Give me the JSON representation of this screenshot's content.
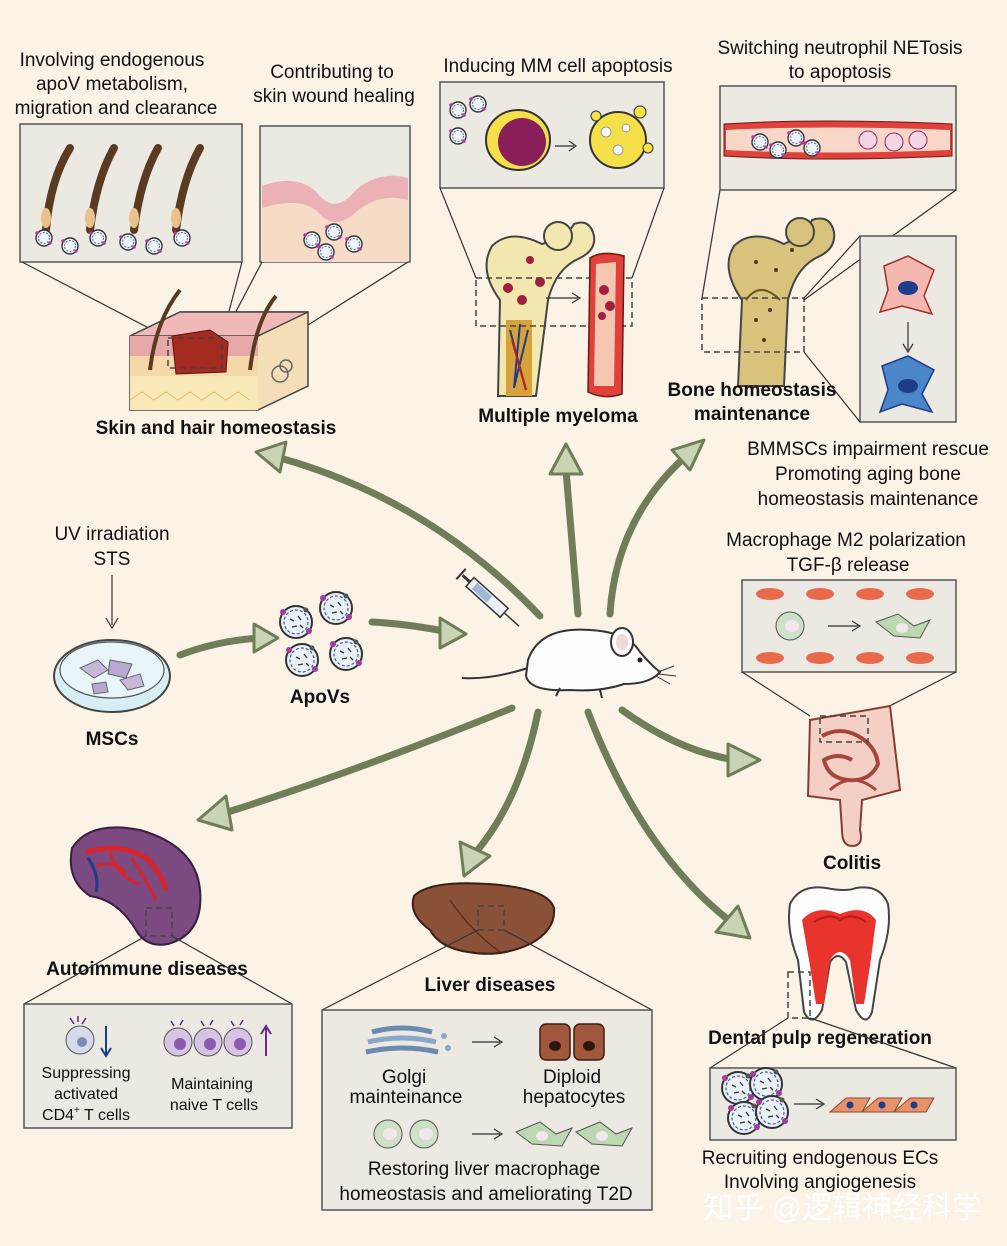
{
  "center": {
    "mscs": "MSCs",
    "apovs": "ApoVs",
    "induction_line1": "UV irradiation",
    "induction_line2": "STS"
  },
  "skin": {
    "title": "Skin and hair homeostasis",
    "panel1": [
      "Involving endogenous",
      "apoV metabolism,",
      "migration and clearance"
    ],
    "panel2": [
      "Contributing to",
      "skin wound healing"
    ]
  },
  "myeloma": {
    "title": "Multiple myeloma",
    "panel": "Inducing MM cell apoptosis"
  },
  "bone": {
    "title_line1": "Bone homeostasis",
    "title_line2": "maintenance",
    "top_caption": [
      "Switching neutrophil NETosis",
      "to apoptosis"
    ],
    "bottom_caption": [
      "BMMSCs impairment rescue",
      "Promoting aging bone",
      "homeostasis maintenance"
    ]
  },
  "colitis": {
    "title": "Colitis",
    "caption": [
      "Macrophage M2 polarization",
      "TGF-β release"
    ]
  },
  "autoimmune": {
    "title": "Autoimmune diseases",
    "left_label": [
      "Suppressing",
      "activated",
      "CD4",
      "+",
      " T cells"
    ],
    "right_label": [
      "Maintaining",
      "naive T cells"
    ]
  },
  "liver": {
    "title": "Liver diseases",
    "golgi": [
      "Golgi",
      "mainteinance"
    ],
    "diploid": [
      "Diploid",
      "hepatocytes"
    ],
    "bottom": [
      "Restoring liver macrophage",
      "homeostasis and ameliorating T2D"
    ]
  },
  "dental": {
    "title": "Dental pulp regeneration",
    "caption": [
      "Recruiting endogenous ECs",
      "Involving angiogenesis"
    ]
  },
  "watermark": "知乎 @逻辑神经科学"
}
